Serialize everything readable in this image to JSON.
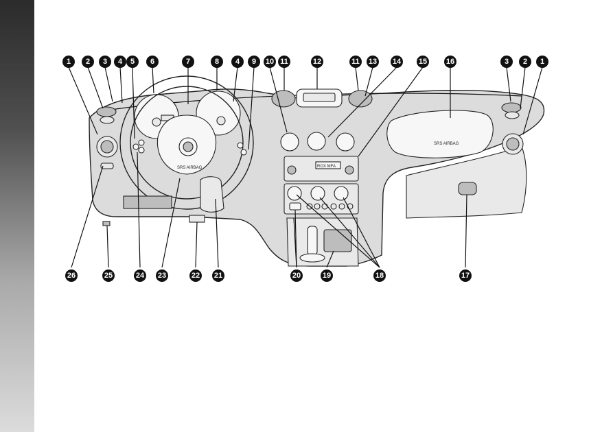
{
  "callouts": {
    "n1": "1",
    "n2": "2",
    "n3": "3",
    "n4": "4",
    "n5": "5",
    "n6": "6",
    "n7": "7",
    "n8": "8",
    "n9": "9",
    "n10": "10",
    "n11": "11",
    "n12": "12",
    "n13": "13",
    "n14": "14",
    "n15": "15",
    "n16": "16",
    "n17": "17",
    "n18": "18",
    "n19": "19",
    "n20": "20",
    "n21": "21",
    "n22": "22",
    "n23": "23",
    "n24": "24",
    "n25": "25",
    "n26": "26"
  },
  "labels": {
    "passenger_airbag": "SRS AIRBAG",
    "wheel_airbag": "SRS AIRBAG",
    "radio_brand": "ROX MFA"
  },
  "colors": {
    "side_tab_top": "#2b2b2b",
    "side_tab_bottom": "#dcdcdc",
    "dashboard_fill": "#dcdcdc",
    "callout_fill": "#111111"
  }
}
